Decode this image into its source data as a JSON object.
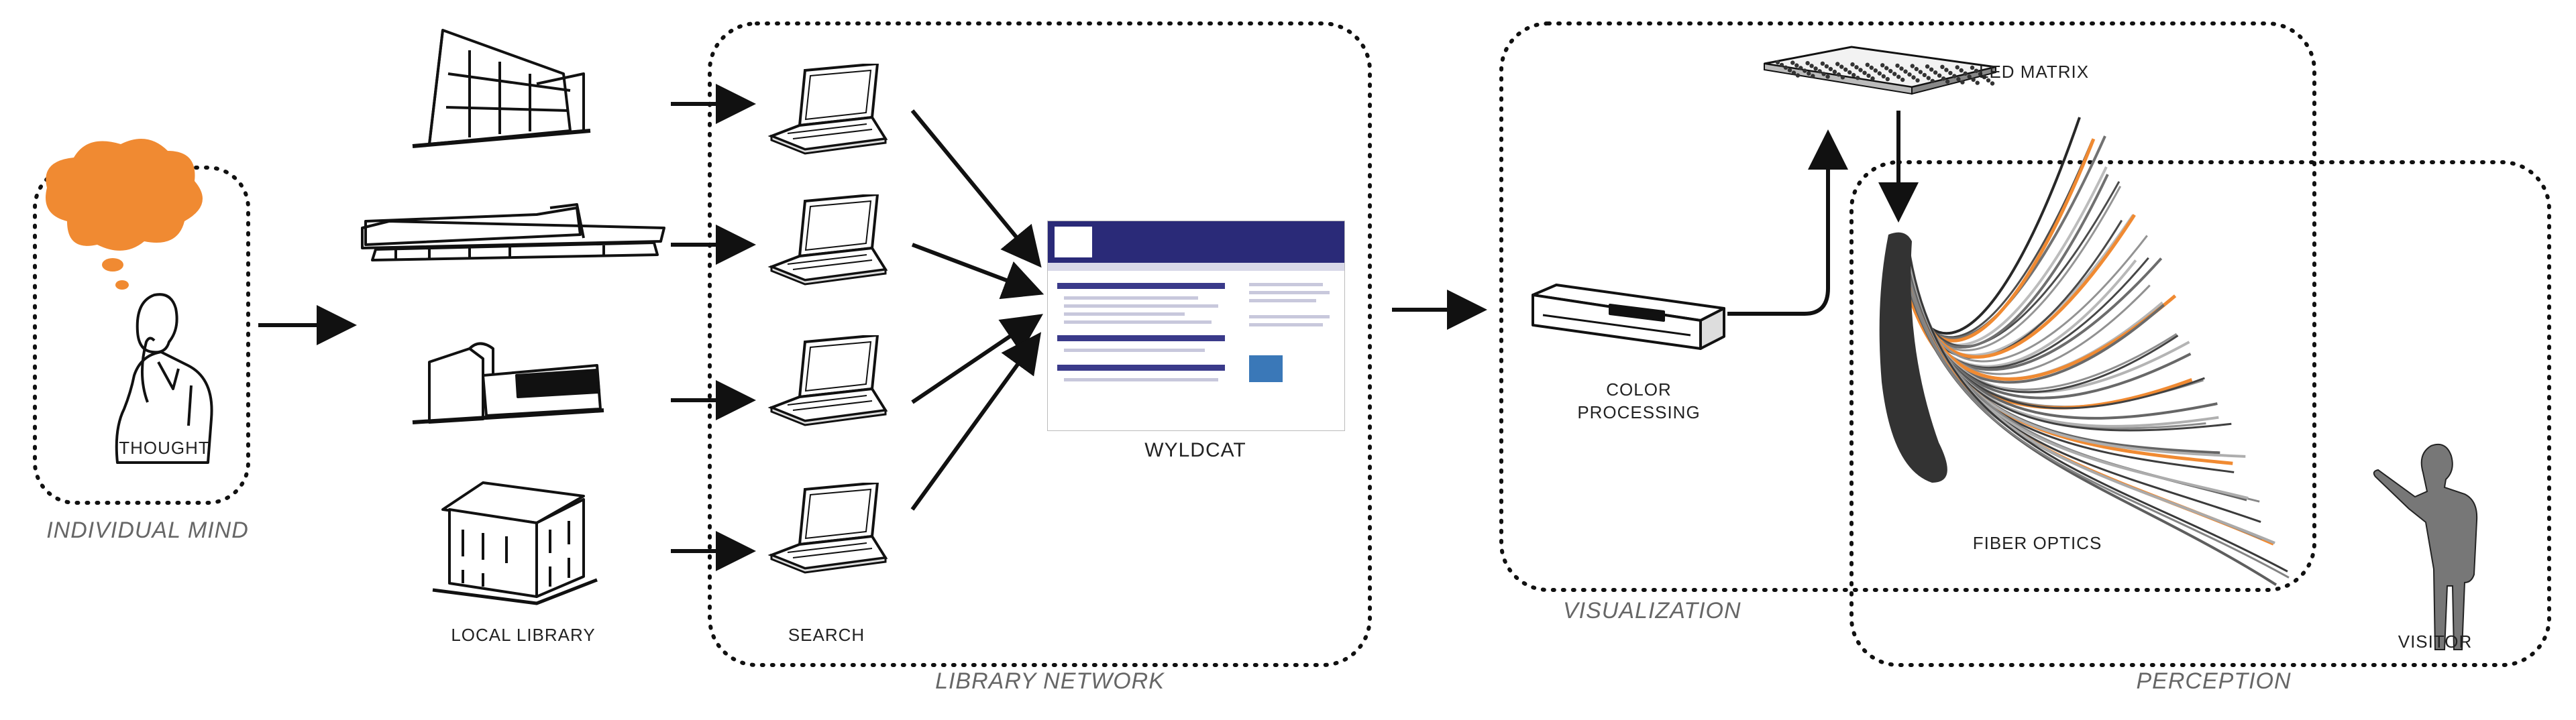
{
  "labels": {
    "thought": "THOUGHT",
    "individual_mind": "INDIVIDUAL MIND",
    "local_library": "LOCAL LIBRARY",
    "search": "SEARCH",
    "wyldcat": "WYLDCAT",
    "library_network": "LIBRARY NETWORK",
    "led_matrix": "LED MATRIX",
    "color_processing_1": "COLOR",
    "color_processing_2": "PROCESSING",
    "visualization": "VISUALIZATION",
    "fiber_optics": "FIBER OPTICS",
    "perception": "PERCEPTION",
    "visitor": "VISITOR"
  },
  "colors": {
    "thought_bubble": "#f08a32",
    "fiber_highlight": "#f08a32",
    "web_header": "#2a2a78",
    "stroke": "#111111",
    "group_label": "#666666"
  },
  "icons": {
    "person": "thinking-person-icon",
    "libraries": [
      "library-building-icon",
      "library-building-icon",
      "library-building-icon",
      "library-building-icon"
    ],
    "laptops": [
      "laptop-icon",
      "laptop-icon",
      "laptop-icon",
      "laptop-icon"
    ],
    "processor": "processing-unit-icon",
    "matrix": "led-matrix-icon",
    "visitor": "visitor-silhouette-icon"
  }
}
